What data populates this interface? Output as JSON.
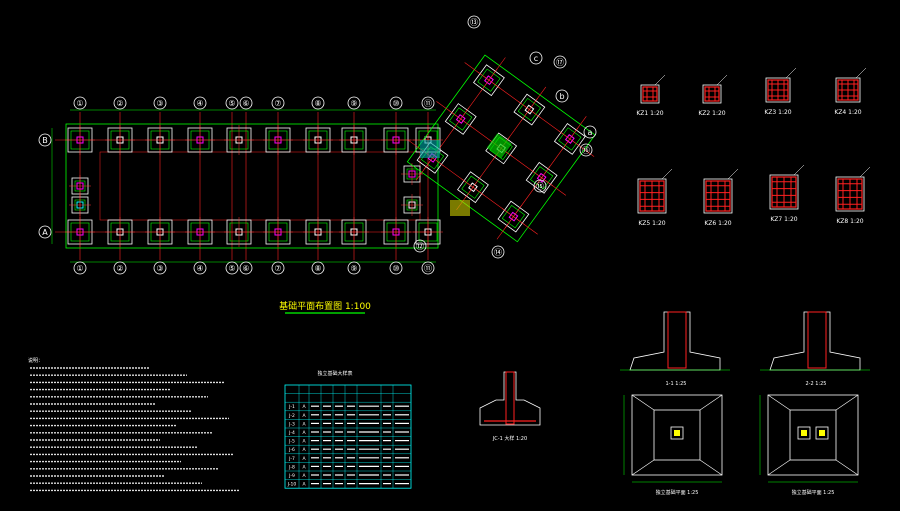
{
  "plan": {
    "title": "基础平面布置图 1:100",
    "bottom_axes": [
      "①",
      "②",
      "③",
      "④",
      "⑤",
      "⑥",
      "⑦",
      "⑧",
      "⑨",
      "⑩",
      "⑪"
    ],
    "top_axes": [
      "①",
      "②",
      "③",
      "④",
      "⑤",
      "⑥",
      "⑦",
      "⑧",
      "⑨",
      "⑩",
      "⑪"
    ],
    "left_axes": [
      "B",
      "A"
    ],
    "wing_axes": [
      "⑫",
      "⑬",
      "⑭",
      "⑮",
      "⑯",
      "⑰"
    ],
    "wing_letters": [
      "c",
      "b",
      "a"
    ]
  },
  "columns": {
    "top": [
      {
        "label": "KZ1 1:20"
      },
      {
        "label": "KZ2 1:20"
      },
      {
        "label": "KZ3 1:20"
      },
      {
        "label": "KZ4 1:20"
      }
    ],
    "bottom": [
      {
        "label": "KZ5 1:20"
      },
      {
        "label": "KZ6 1:20"
      },
      {
        "label": "KZ7 1:20"
      },
      {
        "label": "KZ8 1:20"
      }
    ]
  },
  "notes": {
    "heading": "说明：",
    "line_count": 18
  },
  "table": {
    "title": "独立基础大样表",
    "headers": [
      "基础编号",
      "基础尺寸",
      "",
      "",
      "",
      "",
      "",
      "配筋",
      "",
      "备注"
    ],
    "rows": [
      [
        "J-1",
        "A"
      ],
      [
        "J-2",
        "A"
      ],
      [
        "J-3",
        "A"
      ],
      [
        "J-4",
        "A"
      ],
      [
        "J-5",
        "A"
      ],
      [
        "J-6",
        "A"
      ],
      [
        "J-7",
        "A"
      ],
      [
        "J-8",
        "A"
      ],
      [
        "J-9",
        "A"
      ],
      [
        "J-10",
        "A"
      ]
    ]
  },
  "sections": {
    "s1": "1-1 1:25",
    "s2": "2-2 1:25",
    "detail1": "JC-1 大样 1:20",
    "plan1": "独立基础平面 1:25",
    "plan2": "独立基础平面 1:25"
  }
}
